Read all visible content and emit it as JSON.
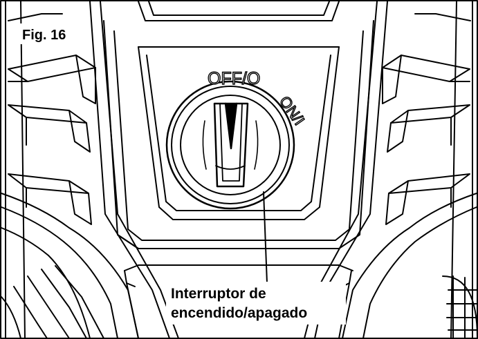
{
  "figure": {
    "label": "Fig. 16"
  },
  "switch": {
    "off_label": "OFF/O",
    "on_label": "ON/I"
  },
  "callout": {
    "line1": "Interruptor de",
    "line2": "encendido/apagado"
  },
  "colors": {
    "ink": "#000000",
    "paper": "#ffffff"
  }
}
